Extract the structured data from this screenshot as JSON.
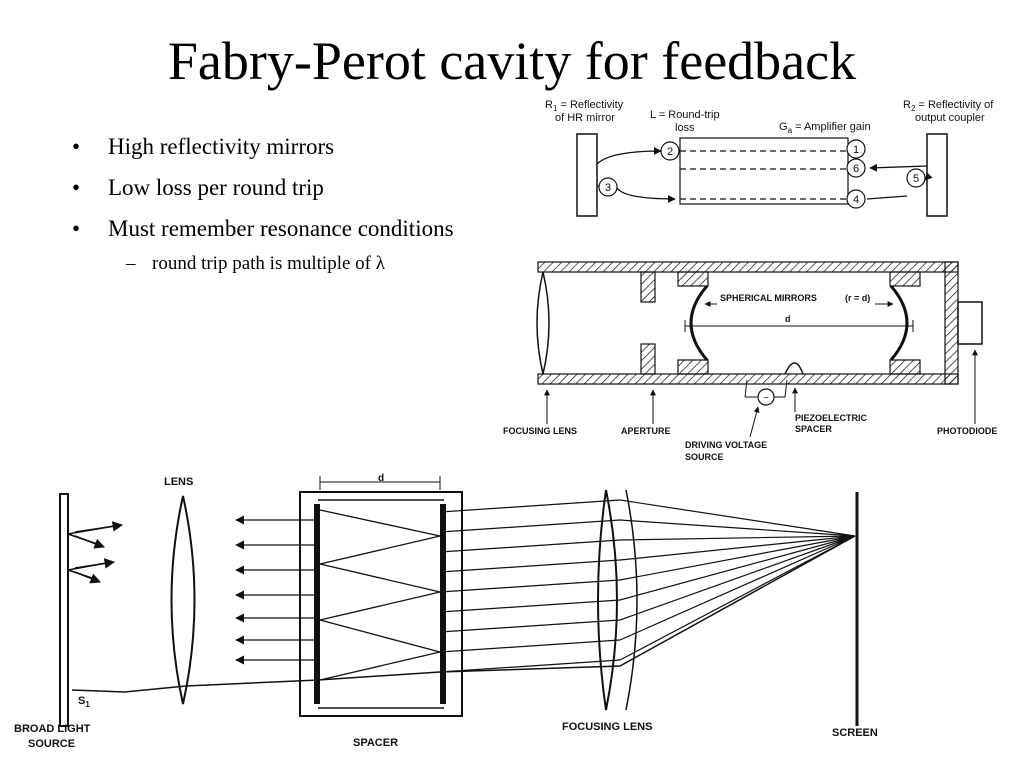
{
  "slide": {
    "title": "Fabry-Perot cavity for feedback",
    "bullets": [
      "High reflectivity mirrors",
      "Low loss per round trip",
      "Must remember resonance conditions"
    ],
    "subbullet": "round trip path is multiple of λ"
  },
  "diagram_gain": {
    "r1_line1": "R",
    "r1_sub": "1",
    "r1_rest": " = Reflectivity",
    "r1_line2": "of HR mirror",
    "l_line1": "L = Round-trip",
    "l_line2": "loss",
    "ga_main": "G",
    "ga_sub": "a",
    "ga_rest": " = Amplifier gain",
    "r2_line1": "R",
    "r2_sub": "2",
    "r2_rest": " = Reflectivity of",
    "r2_line2": "output coupler",
    "markers": [
      "1",
      "2",
      "3",
      "4",
      "5",
      "6"
    ]
  },
  "diagram_interferometer": {
    "spherical_mirrors": "SPHERICAL MIRRORS",
    "r_eq_d": "(r = d)",
    "d": "d",
    "focusing_lens": "FOCUSING LENS",
    "aperture": "APERTURE",
    "piezo_line1": "PIEZOELECTRIC",
    "piezo_line2": "SPACER",
    "driving_line1": "DRIVING VOLTAGE",
    "driving_line2": "SOURCE",
    "photodiode": "PHOTODIODE"
  },
  "diagram_etalon": {
    "lens": "LENS",
    "d": "d",
    "s1": "S",
    "s1_sub": "1",
    "broad_line1": "BROAD LIGHT",
    "broad_line2": "SOURCE",
    "spacer": "SPACER",
    "focusing_lens": "FOCUSING LENS",
    "screen": "SCREEN"
  }
}
